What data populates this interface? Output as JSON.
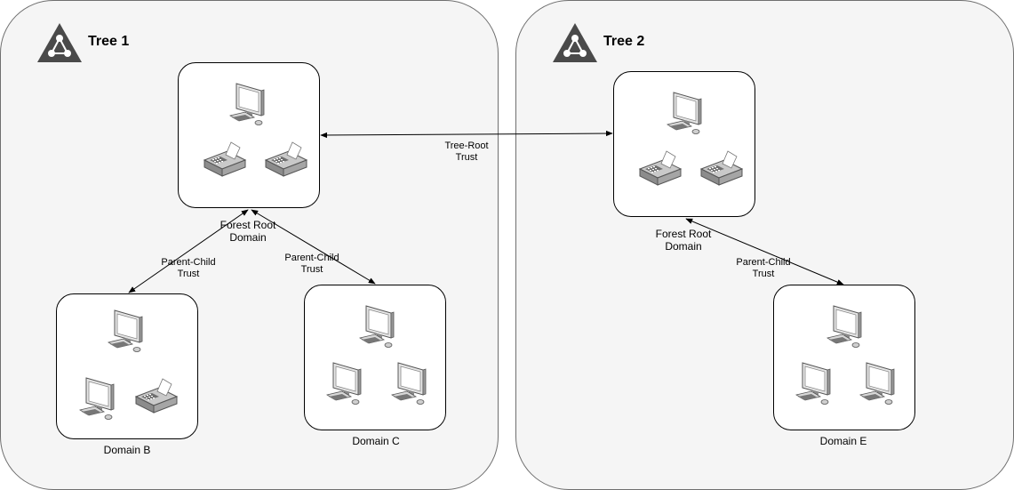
{
  "trees": [
    {
      "title": "Tree 1",
      "domains": [
        {
          "id": "t1-root",
          "label_lines": [
            "Forest Root",
            "Domain"
          ],
          "devices": [
            "monitor",
            "fax",
            "fax"
          ]
        },
        {
          "id": "t1-b",
          "label_lines": [
            "Domain B"
          ],
          "devices": [
            "monitor",
            "monitor",
            "fax"
          ]
        },
        {
          "id": "t1-c",
          "label_lines": [
            "Domain C"
          ],
          "devices": [
            "monitor",
            "monitor",
            "monitor"
          ]
        }
      ]
    },
    {
      "title": "Tree 2",
      "domains": [
        {
          "id": "t2-root",
          "label_lines": [
            "Forest Root",
            "Domain"
          ],
          "devices": [
            "monitor",
            "fax",
            "fax"
          ]
        },
        {
          "id": "t2-e",
          "label_lines": [
            "Domain E"
          ],
          "devices": [
            "monitor",
            "monitor",
            "monitor"
          ]
        }
      ]
    }
  ],
  "trusts": [
    {
      "from": "t1-root",
      "to": "t2-root",
      "label_lines": [
        "Tree-Root",
        "Trust"
      ]
    },
    {
      "from": "t1-root",
      "to": "t1-b",
      "label_lines": [
        "Parent-Child",
        "Trust"
      ]
    },
    {
      "from": "t1-root",
      "to": "t1-c",
      "label_lines": [
        "Parent-Child",
        "Trust"
      ]
    },
    {
      "from": "t2-root",
      "to": "t2-e",
      "label_lines": [
        "Parent-Child",
        "Trust"
      ]
    }
  ],
  "icons": {
    "tree": "tree-network-icon",
    "monitor": "computer-monitor-icon",
    "fax": "fax-machine-icon"
  }
}
